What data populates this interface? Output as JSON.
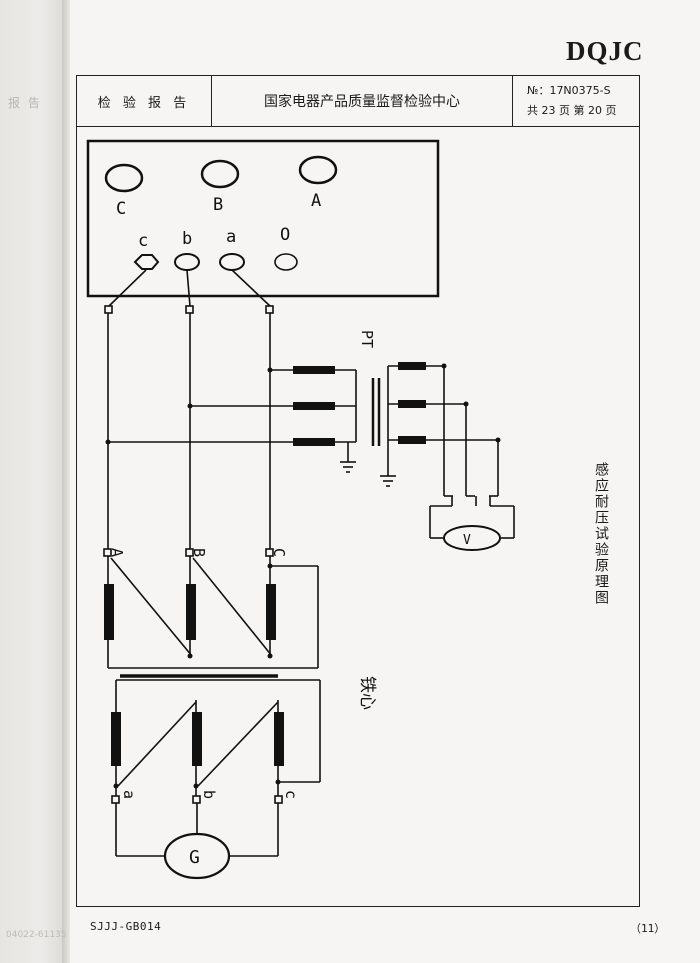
{
  "brand": "DQJC",
  "header": {
    "report_label": "检 验 报 告",
    "institution": "国家电器产品质量监督检验中心",
    "report_no": "№：17N0375-S",
    "page_info": "共 23 页   第 20 页"
  },
  "diagram": {
    "title": "感应耐压试验原理图",
    "source_labels": {
      "C": "C",
      "B": "B",
      "A": "A"
    },
    "low_terminals": {
      "c": "c",
      "b": "b",
      "a": "a",
      "o": "O"
    },
    "pt_label": "PT",
    "upper_winding_labels": {
      "A": "A",
      "B": "B",
      "C": "C"
    },
    "lower_winding_labels": {
      "a": "a",
      "b": "b",
      "c": "c"
    },
    "meter_label": "V",
    "generator_label": "G",
    "core_label": "铁心"
  },
  "footer": {
    "code": "SJJJ-GB014",
    "page": "（11）"
  },
  "margin_ghost": "报 告",
  "margin_ghost_bottom": "04022-61135"
}
